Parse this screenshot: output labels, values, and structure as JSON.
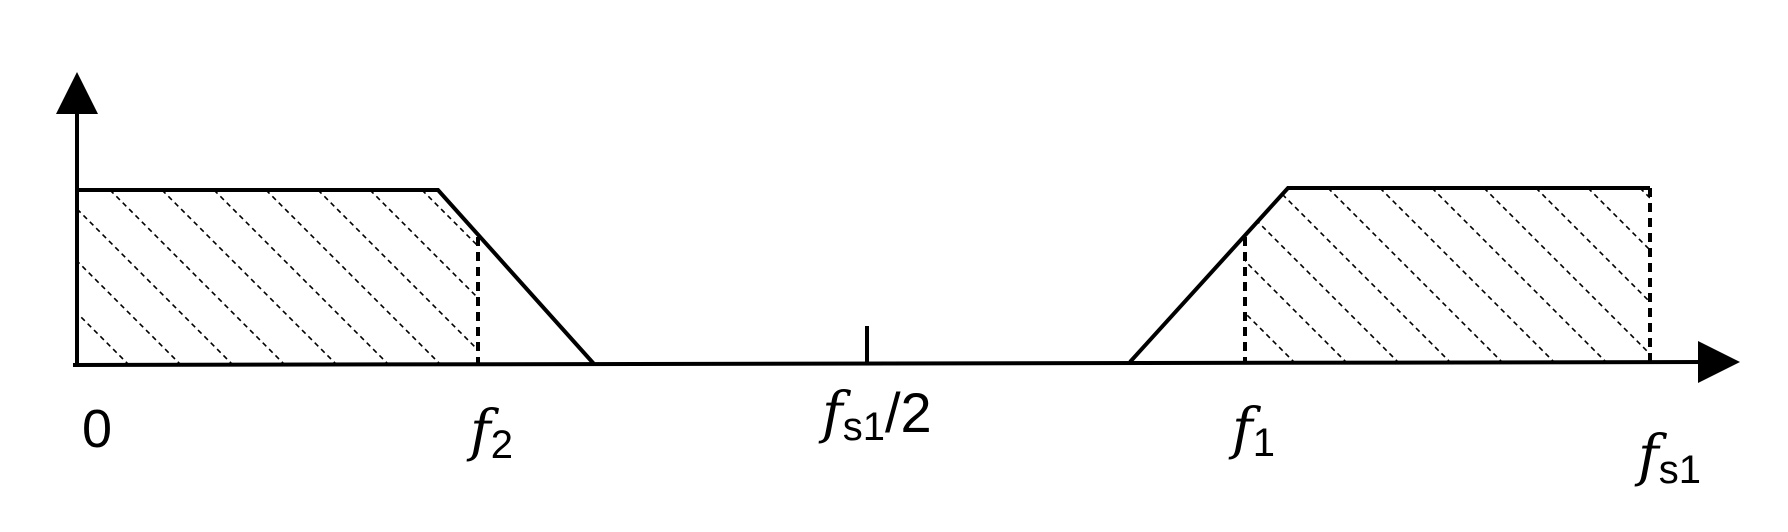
{
  "labels": {
    "origin": "0",
    "f2_main": "f",
    "f2_sub": "2",
    "fs1_half_main": "f",
    "fs1_half_sub": "s1",
    "fs1_half_suffix": "/2",
    "f1_main": "f",
    "f1_sub": "1",
    "fs1_main": "f",
    "fs1_sub": "s1"
  }
}
